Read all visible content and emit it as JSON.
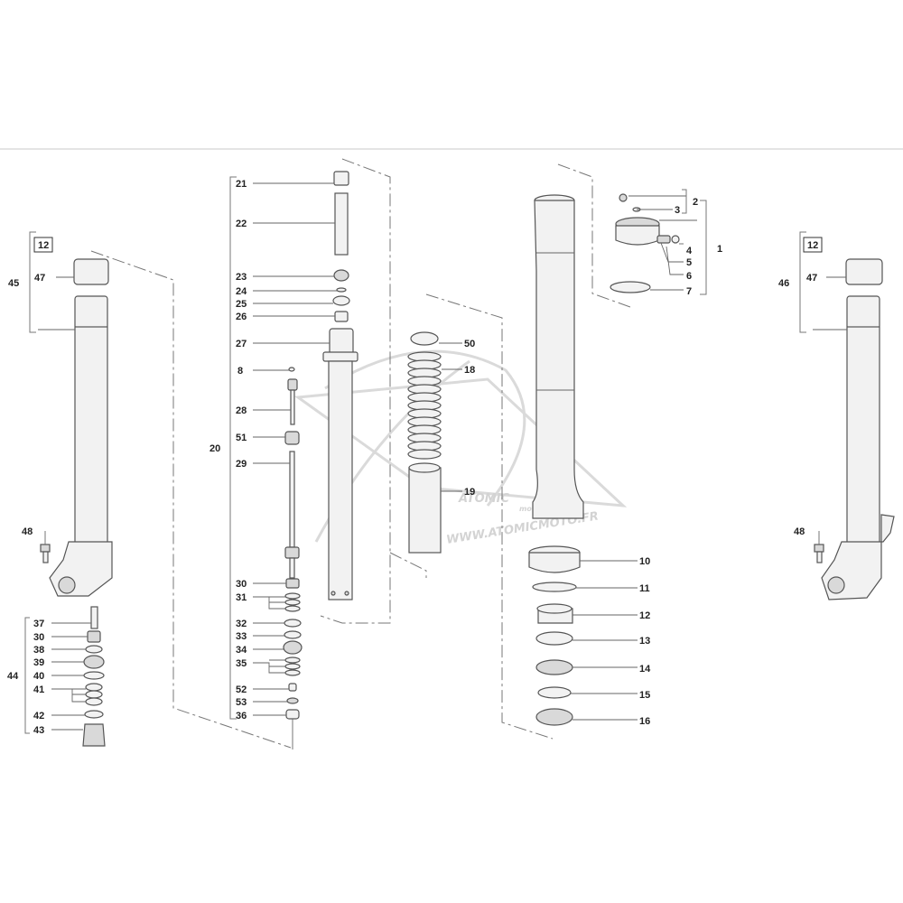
{
  "diagram": {
    "callouts": {
      "p1": "1",
      "p2": "2",
      "p3": "3",
      "p4": "4",
      "p5": "5",
      "p6": "6",
      "p7": "7",
      "p8": "8",
      "p10": "10",
      "p11": "11",
      "p12a": "12",
      "p12b": "12",
      "p12c": "12",
      "p13": "13",
      "p14": "14",
      "p15": "15",
      "p16": "16",
      "p18": "18",
      "p19": "19",
      "p20": "20",
      "p21": "21",
      "p22": "22",
      "p23": "23",
      "p24": "24",
      "p25": "25",
      "p26": "26",
      "p27": "27",
      "p28": "28",
      "p29": "29",
      "p30a": "30",
      "p30b": "30",
      "p31": "31",
      "p32": "32",
      "p33": "33",
      "p34": "34",
      "p35": "35",
      "p36": "36",
      "p37": "37",
      "p38": "38",
      "p39": "39",
      "p40": "40",
      "p41": "41",
      "p42": "42",
      "p43": "43",
      "p44": "44",
      "p45": "45",
      "p46": "46",
      "p47a": "47",
      "p47b": "47",
      "p48a": "48",
      "p48b": "48",
      "p50": "50",
      "p51": "51",
      "p52": "52",
      "p53": "53"
    },
    "watermark": {
      "brand": "ATOMIC",
      "brand_sub": "moto",
      "url": "WWW.ATOMICMOTO.FR"
    }
  }
}
